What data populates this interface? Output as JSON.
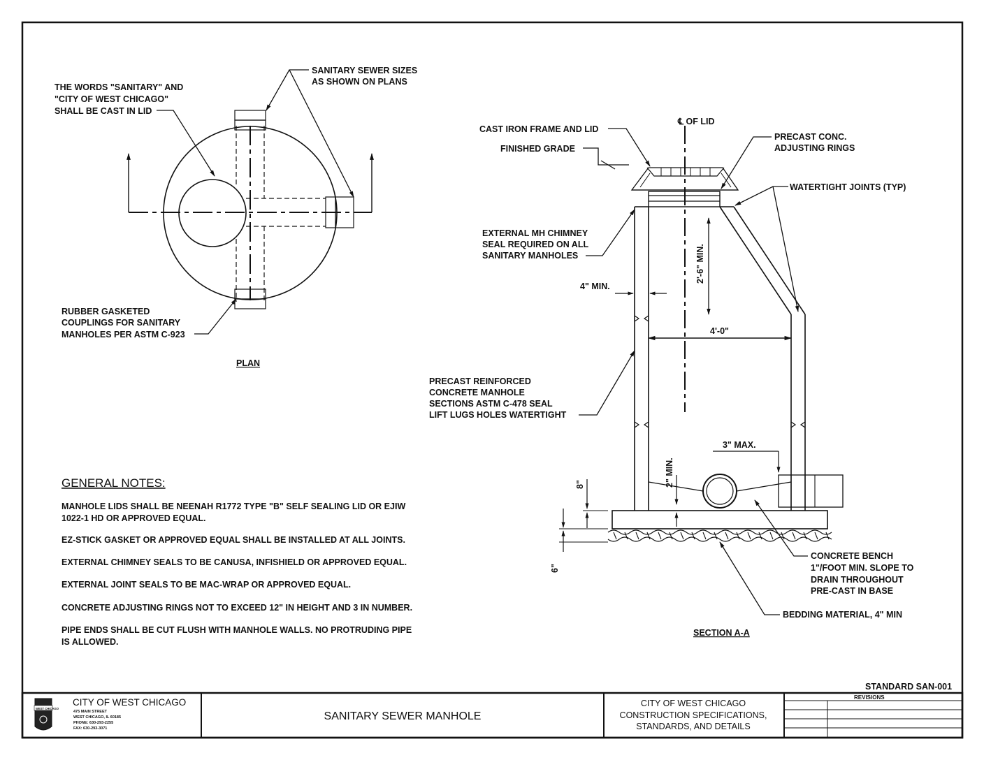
{
  "plan": {
    "title": "PLAN",
    "label_words": [
      "THE WORDS \"SANITARY\" AND",
      "\"CITY OF WEST CHICAGO\"",
      "SHALL BE CAST IN LID"
    ],
    "label_sizes": [
      "SANITARY SEWER SIZES",
      "AS SHOWN ON PLANS"
    ],
    "label_couplings": [
      "RUBBER GASKETED",
      "COUPLINGS FOR SANITARY",
      "MANHOLES PER ASTM C-923"
    ]
  },
  "section": {
    "title": "SECTION A-A",
    "cl_lid": "℄ OF LID",
    "frame_lid": "CAST IRON FRAME AND LID",
    "finished_grade": "FINISHED GRADE",
    "adjusting_rings": [
      "PRECAST CONC.",
      "ADJUSTING RINGS"
    ],
    "watertight": "WATERTIGHT JOINTS (TYP)",
    "chimney_seal": [
      "EXTERNAL MH CHIMNEY",
      "SEAL REQUIRED ON ALL",
      "SANITARY MANHOLES"
    ],
    "wall_min": "4\" MIN.",
    "height_min": "2'-6\" MIN.",
    "diameter": "4'-0\"",
    "precast": [
      "PRECAST REINFORCED",
      "CONCRETE MANHOLE",
      "SECTIONS ASTM C-478 SEAL",
      "LIFT LUGS HOLES WATERTIGHT"
    ],
    "max3": "3\" MAX.",
    "min2": "2\" MIN.",
    "dim8": "8\"",
    "dim6": "6\"",
    "bench": [
      "CONCRETE BENCH",
      "1\"/FOOT MIN. SLOPE TO",
      "DRAIN THROUGHOUT",
      "PRE-CAST IN BASE"
    ],
    "bedding": "BEDDING MATERIAL, 4\" MIN"
  },
  "notes": {
    "heading": "GENERAL NOTES:",
    "items": [
      [
        "MANHOLE LIDS SHALL BE NEENAH R1772 TYPE \"B\" SELF SEALING LID OR EJIW",
        "1022-1 HD OR APPROVED EQUAL."
      ],
      [
        "EZ-STICK GASKET OR APPROVED EQUAL SHALL BE INSTALLED AT ALL JOINTS."
      ],
      [
        "EXTERNAL CHIMNEY SEALS TO BE CANUSA, INFISHIELD OR APPROVED EQUAL."
      ],
      [
        "EXTERNAL JOINT SEALS TO BE MAC-WRAP OR APPROVED EQUAL."
      ],
      [
        "CONCRETE ADJUSTING RINGS NOT TO EXCEED 12\" IN HEIGHT AND 3 IN NUMBER."
      ],
      [
        "PIPE ENDS SHALL BE CUT FLUSH WITH MANHOLE WALLS. NO PROTRUDING PIPE",
        "IS ALLOWED."
      ]
    ]
  },
  "title_block": {
    "standard": "STANDARD SAN-001",
    "city": "CITY OF WEST CHICAGO",
    "address": [
      "475 MAIN STREET",
      "WEST CHICAGO, IL 60185",
      "PHONE: 630-293-2255",
      "FAX: 630-293-3071"
    ],
    "drawing_title": "SANITARY SEWER MANHOLE",
    "spec": [
      "CITY OF WEST CHICAGO",
      "CONSTRUCTION SPECIFICATIONS,",
      "STANDARDS, AND DETAILS"
    ],
    "revisions": "REVISIONS",
    "seal_text": "WEST CHICAGO"
  }
}
